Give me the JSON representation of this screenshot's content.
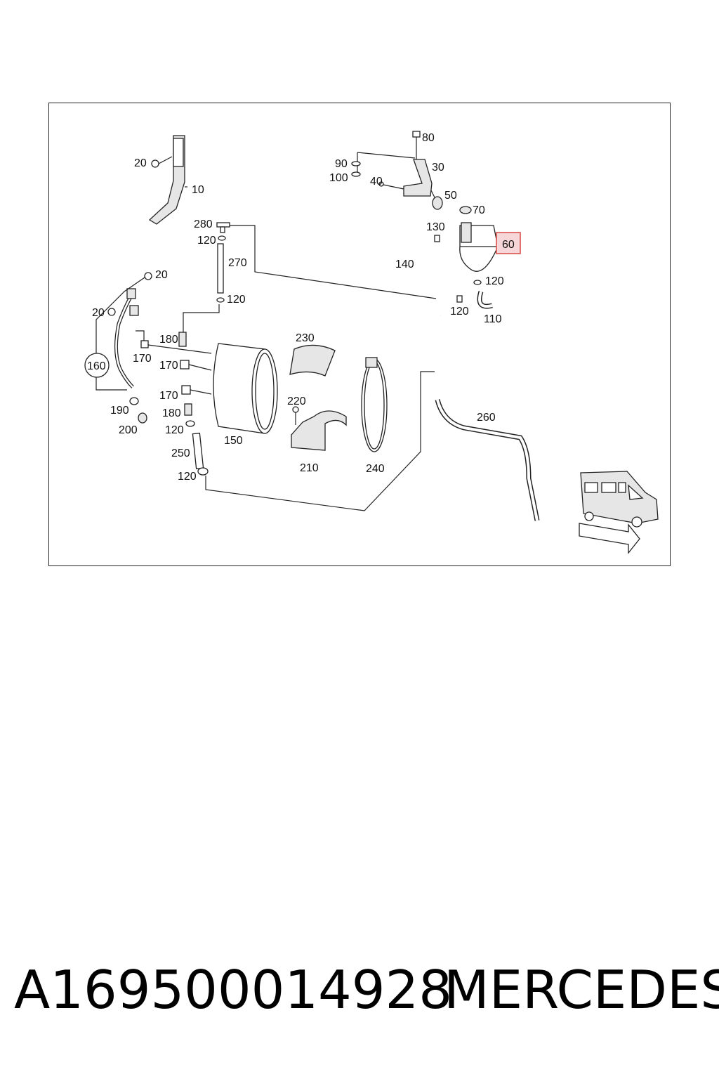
{
  "callouts": {
    "p10": "10",
    "p20a": "20",
    "p20b": "20",
    "p20c": "20",
    "p30": "30",
    "p40": "40",
    "p50": "50",
    "p60": "60",
    "p70": "70",
    "p80": "80",
    "p90": "90",
    "p100": "100",
    "p110": "110",
    "p120a": "120",
    "p120b": "120",
    "p120c": "120",
    "p120d": "120",
    "p120e": "120",
    "p120f": "120",
    "p130": "130",
    "p140": "140",
    "p150": "150",
    "p160": "160",
    "p170a": "170",
    "p170b": "170",
    "p170c": "170",
    "p180a": "180",
    "p180b": "180",
    "p190": "190",
    "p200": "200",
    "p210": "210",
    "p220": "220",
    "p230": "230",
    "p240": "240",
    "p250": "250",
    "p260": "260",
    "p270": "270",
    "p280": "280"
  },
  "highlight": {
    "part": "60",
    "color": "#d9534f",
    "fill": "#f6d6d6"
  },
  "footer": {
    "part_number": "A169500014928",
    "brand": "MERCEDES"
  }
}
